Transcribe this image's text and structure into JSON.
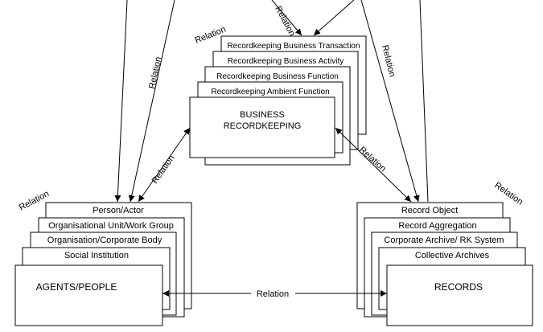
{
  "business": {
    "main": [
      "BUSINESS",
      "RECORDKEEPING"
    ],
    "layers": [
      "Recordkeeping Business Transaction",
      "Recordkeeping Business Activity",
      "Recordkeeping Business Function",
      "Recordkeeping Ambient Function"
    ]
  },
  "agents": {
    "main": "AGENTS/PEOPLE",
    "layers": [
      "Person/Actor",
      "Organisational Unit/Work Group",
      "Organisation/Corporate Body",
      "Social Institution"
    ]
  },
  "records": {
    "main": "RECORDS",
    "layers": [
      "Record Object",
      "Record Aggregation",
      "Corporate Archive/ RK System",
      "Collective Archives"
    ]
  },
  "relations": {
    "top_center": "Relation",
    "above_business": "Relation",
    "left_vertical": "Relation",
    "right_vertical": "Relation",
    "agents_business": "Relation",
    "business_records": "Relation",
    "agents_outer": "Relation",
    "records_outer": "Relation",
    "agents_records": "Relation"
  }
}
